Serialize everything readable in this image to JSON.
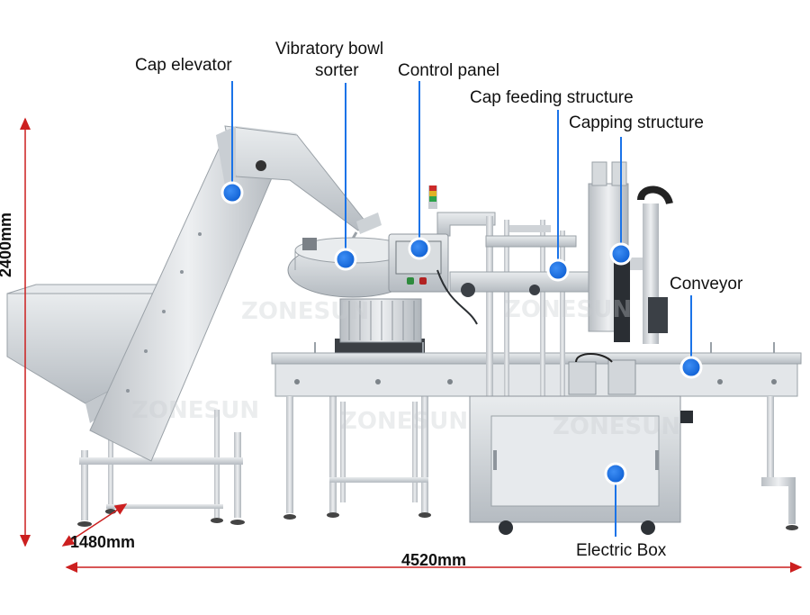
{
  "labels": {
    "cap_elevator": "Cap elevator",
    "vibratory_bowl_line1": "Vibratory bowl",
    "vibratory_bowl_line2": "sorter",
    "control_panel": "Control panel",
    "cap_feeding": "Cap feeding structure",
    "capping": "Capping structure",
    "conveyor": "Conveyor",
    "electric_box": "Electric Box"
  },
  "dimensions": {
    "height": "2400mm",
    "depth": "1480mm",
    "length": "4520mm"
  },
  "watermark": "ZONESUN",
  "colors": {
    "marker": "#1a73e8",
    "leader": "#1a73e8",
    "dimension_line": "#cc1f1f",
    "steel": "#cfd3d7",
    "steel_dark": "#8e959c"
  }
}
